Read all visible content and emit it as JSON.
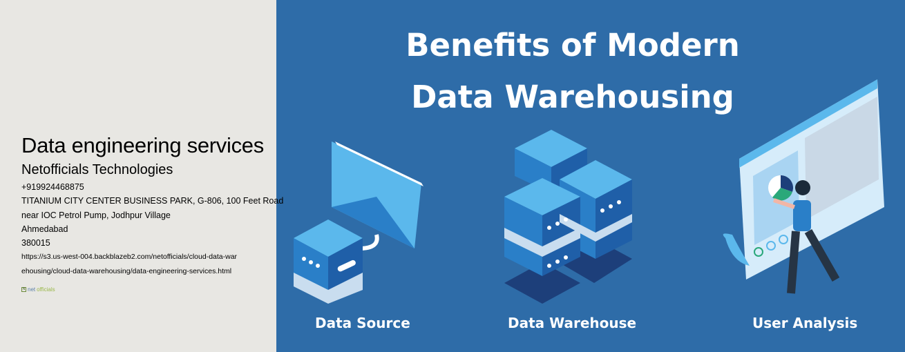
{
  "left": {
    "title": "Data engineering services",
    "company": "Netofficials Technologies",
    "phone": "+919924468875",
    "address_line1": "TITANIUM CITY CENTER BUSINESS PARK, G-806, 100 Feet Road",
    "address_line2": "near IOC Petrol Pump, Jodhpur Village",
    "city": "Ahmedabad",
    "postal": "380015",
    "url_line1": "https://s3.us-west-004.backblazeb2.com/netofficials/cloud-data-war",
    "url_line2": "ehousing/cloud-data-warehousing/data-engineering-services.html",
    "logo": {
      "mark": "N",
      "part1": "net",
      "part2": "officials"
    }
  },
  "hero": {
    "title_line1": "Benefits of Modern",
    "title_line2": "Data Warehousing",
    "labels": [
      "Data Source",
      "Data Warehouse",
      "User Analysis"
    ],
    "colors": {
      "bg": "#2e6ca8",
      "light": "#5bb8ec",
      "dark": "#1d3f7a"
    }
  }
}
